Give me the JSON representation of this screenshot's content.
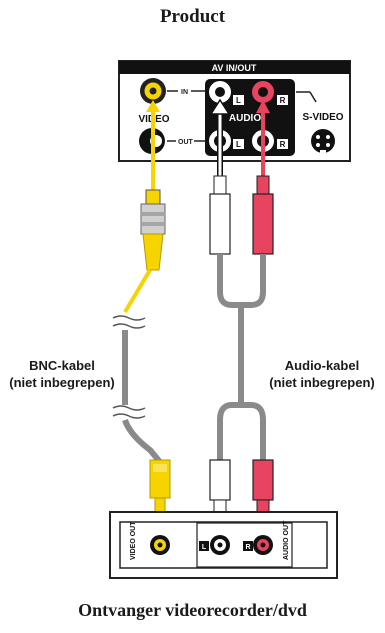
{
  "header": {
    "title": "Product"
  },
  "panel": {
    "title": "AV IN/OUT",
    "in_label": "IN",
    "out_label": "OUT",
    "video_label": "VIDEO",
    "audio_label": "AUDIO",
    "svideo_label": "S-VIDEO",
    "left_tag": "L",
    "right_tag": "R"
  },
  "cables": {
    "bnc_line1": "BNC-kabel",
    "bnc_line2": "(niet inbegrepen)",
    "audio_line1": "Audio-kabel",
    "audio_line2": "(niet inbegrepen)"
  },
  "device": {
    "video_out": "VIDEO OUT",
    "audio_out": "AUDIO OUT",
    "left_tag": "L",
    "right_tag": "R"
  },
  "footer": {
    "title": "Ontvanger videorecorder/dvd"
  },
  "colors": {
    "yellow": "#f5d400",
    "red": "#e8435f",
    "grey_cable": "#8a8a8a",
    "dark": "#111111"
  }
}
